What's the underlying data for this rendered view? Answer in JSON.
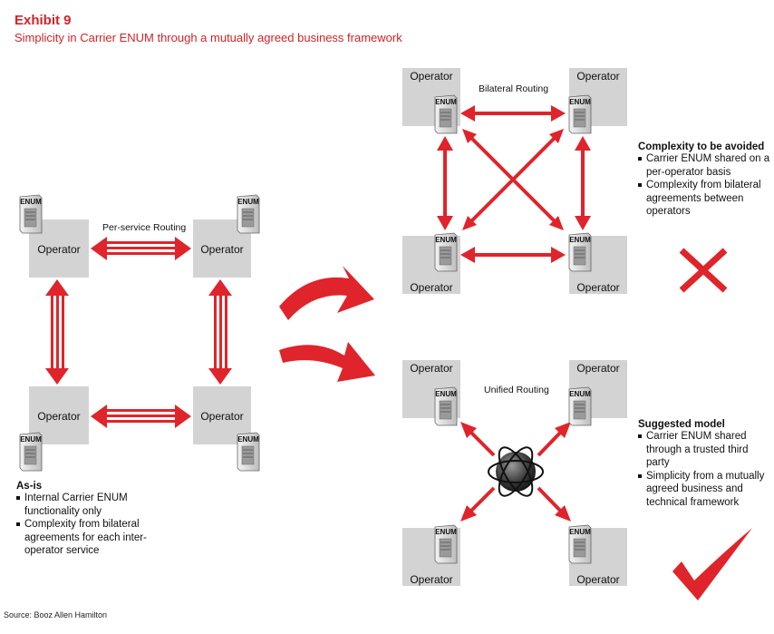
{
  "header": {
    "title": "Exhibit 9",
    "subtitle": "Simplicity in Carrier ENUM through a mutually agreed business framework"
  },
  "colors": {
    "accent": "#d2232a",
    "box": "#d3d3d3"
  },
  "as_is": {
    "routing_label": "Per-service Routing",
    "operators": [
      "Operator",
      "Operator",
      "Operator",
      "Operator"
    ],
    "enum_labels": [
      "ENUM",
      "ENUM",
      "ENUM",
      "ENUM"
    ],
    "heading": "As-is",
    "bullets": [
      "Internal Carrier ENUM functionality only",
      "Complexity from bilateral agreements for each inter-operator service"
    ]
  },
  "bilateral": {
    "routing_label": "Bilateral Routing",
    "operators": [
      "Operator",
      "Operator",
      "Operator",
      "Operator"
    ],
    "enum_labels": [
      "ENUM",
      "ENUM",
      "ENUM",
      "ENUM"
    ],
    "heading": "Complexity to be avoided",
    "bullets": [
      "Carrier ENUM shared on a per-operator basis",
      "Complexity from bilateral agreements between operators"
    ],
    "verdict_icon": "cross-icon"
  },
  "unified": {
    "routing_label": "Unified Routing",
    "operators": [
      "Operator",
      "Operator",
      "Operator",
      "Operator"
    ],
    "enum_labels": [
      "ENUM",
      "ENUM",
      "ENUM",
      "ENUM"
    ],
    "heading": "Suggested model",
    "bullets": [
      "Carrier ENUM shared through a trusted third party",
      "Simplicity from a mutually agreed business and technical framework"
    ],
    "hub_icon": "globe-hub-icon",
    "verdict_icon": "check-icon"
  },
  "footer": {
    "source": "Source: Booz Allen Hamilton"
  }
}
